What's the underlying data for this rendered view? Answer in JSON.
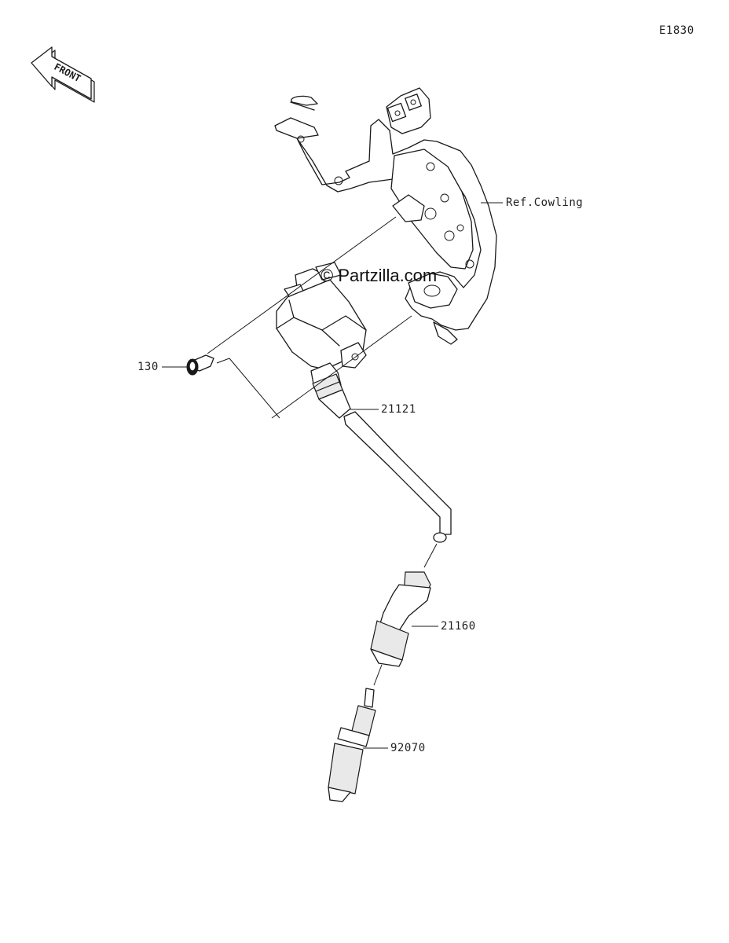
{
  "diagram": {
    "code": "E1830",
    "front_arrow_label": "FRONT",
    "watermark": "© Partzilla.com",
    "callouts": [
      {
        "id": "ref-cowling",
        "text": "Ref.Cowling"
      },
      {
        "id": "bolt",
        "text": "130"
      },
      {
        "id": "ignition-coil",
        "text": "21121"
      },
      {
        "id": "plug-cap",
        "text": "21160"
      },
      {
        "id": "spark-plug",
        "text": "92070"
      }
    ]
  }
}
